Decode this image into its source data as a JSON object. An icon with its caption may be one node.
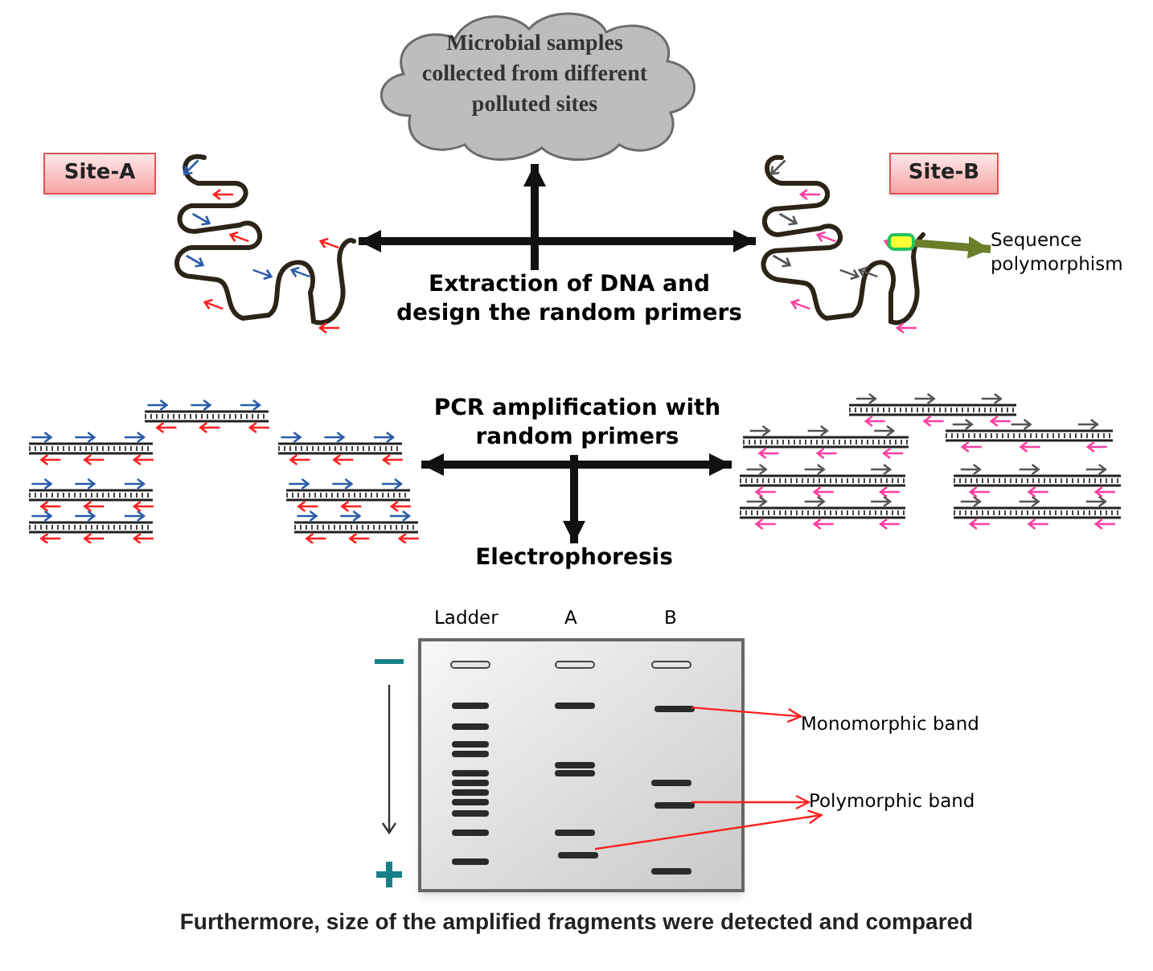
{
  "diagram": {
    "caption": "Furthermore, size of the amplified fragments were detected and compared",
    "nodes": [
      {
        "text": [
          "Microbial samples collected from different polluted sites"
        ]
      },
      {
        "text": [
          "Site-A"
        ]
      },
      {
        "text": [],
        "shape": "picture"
      },
      {
        "text": [
          "Site-B"
        ]
      },
      {
        "text": [],
        "shape": "picture"
      },
      {
        "text": [],
        "shape": "box",
        "in": 4
      },
      {
        "text": [
          "Sequence polymorphism"
        ]
      },
      {
        "text": [
          "Extraction of DNA and design the random primers"
        ]
      },
      {
        "text": [],
        "shape": "picture"
      },
      {
        "text": [],
        "shape": "picture"
      },
      {
        "text": [
          "PCR amplification with random primers"
        ]
      },
      {
        "text": [
          "Electrophoresis"
        ]
      },
      {
        "text": [],
        "shape": "box"
      },
      {
        "text": [],
        "shape": "bar",
        "in": 12
      },
      {
        "text": [],
        "shape": "bar",
        "in": 12
      },
      {
        "text": [],
        "shape": "bar",
        "in": 12
      },
      {
        "text": [
          "Monomorphic band"
        ]
      },
      {
        "text": [
          "Polymorphic band"
        ]
      }
    ],
    "edges": [
      {
        "from": 2,
        "to": 4,
        "arrow": "both"
      },
      {
        "from": 7,
        "to": 0,
        "arrow": "to"
      },
      {
        "from": 5,
        "to": 6,
        "arrow": "to",
        "color": "#6b7f2a"
      },
      {
        "from": 8,
        "to": 9,
        "arrow": "both"
      },
      {
        "from": 10,
        "to": 11,
        "arrow": "to"
      },
      {
        "from": 13,
        "to": 16,
        "arrow": "to",
        "color": "#ff2020"
      },
      {
        "from": 14,
        "to": 17,
        "arrow": "to",
        "color": "#ff2020"
      },
      {
        "from": 15,
        "to": 17,
        "arrow": "to",
        "color": "#ff2020"
      }
    ],
    "labels": [
      "Ladder",
      "A",
      "B"
    ]
  }
}
